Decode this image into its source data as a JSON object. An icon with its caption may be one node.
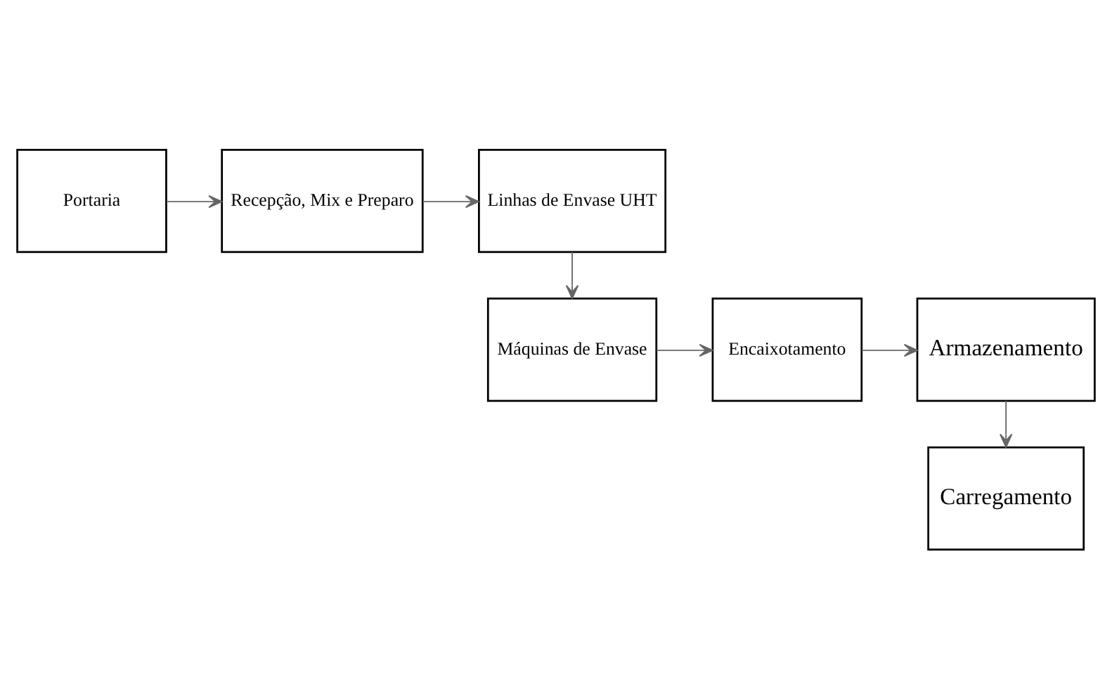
{
  "diagram": {
    "nodes": [
      {
        "text": [
          "Portaria"
        ]
      },
      {
        "text": [
          "Recepção, Mix e Preparo"
        ]
      },
      {
        "text": [
          "Linhas de Envase UHT"
        ]
      },
      {
        "text": [
          "Máquinas de Envase"
        ]
      },
      {
        "text": [
          "Encaixotamento"
        ]
      },
      {
        "text": [
          "Armazenamento"
        ]
      },
      {
        "text": [
          "Carregamento"
        ]
      }
    ],
    "edges": [
      {
        "from": 0,
        "to": 1,
        "arrow": "to"
      },
      {
        "from": 1,
        "to": 2,
        "arrow": "to"
      },
      {
        "from": 2,
        "to": 3,
        "arrow": "to"
      },
      {
        "from": 3,
        "to": 4,
        "arrow": "to"
      },
      {
        "from": 4,
        "to": 5,
        "arrow": "to"
      },
      {
        "from": 5,
        "to": 6,
        "arrow": "to"
      }
    ]
  }
}
